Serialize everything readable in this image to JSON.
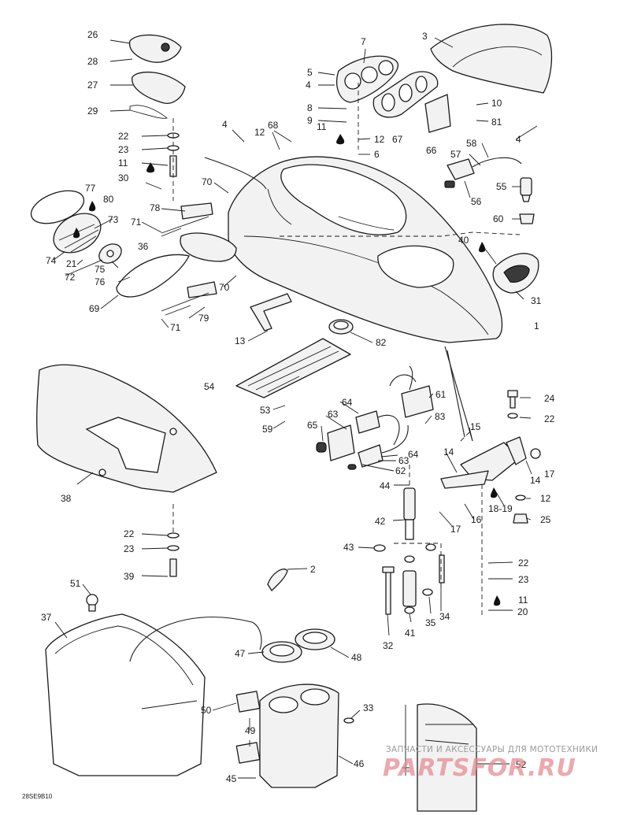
{
  "diagram": {
    "drawing_code": "28SE9B10",
    "watermark": {
      "tagline": "ЗАПЧАСТИ И АКСЕССУАРЫ ДЛЯ МОТОТЕХНИКИ",
      "site": "PARTSFOR.RU"
    },
    "callouts": [
      "1",
      "2",
      "3",
      "4",
      "4",
      "4",
      "5",
      "6",
      "7",
      "8",
      "9",
      "10",
      "11",
      "11",
      "11",
      "12",
      "12",
      "12",
      "13",
      "14",
      "14",
      "15",
      "16",
      "17",
      "17",
      "18-19",
      "20",
      "21",
      "22",
      "22",
      "22",
      "22",
      "23",
      "23",
      "23",
      "24",
      "25",
      "26",
      "27",
      "28",
      "29",
      "30",
      "31",
      "32",
      "33",
      "34",
      "35",
      "36",
      "37",
      "38",
      "39",
      "40",
      "41",
      "42",
      "43",
      "44",
      "45",
      "46",
      "47",
      "48",
      "49",
      "50",
      "51",
      "52",
      "53",
      "54",
      "55",
      "56",
      "57",
      "58",
      "59",
      "60",
      "61",
      "62",
      "63",
      "63",
      "64",
      "64",
      "65",
      "66",
      "67",
      "68",
      "69",
      "70",
      "70",
      "71",
      "71",
      "72",
      "73",
      "74",
      "75",
      "76",
      "77",
      "78",
      "79",
      "80",
      "81",
      "82",
      "83"
    ]
  }
}
